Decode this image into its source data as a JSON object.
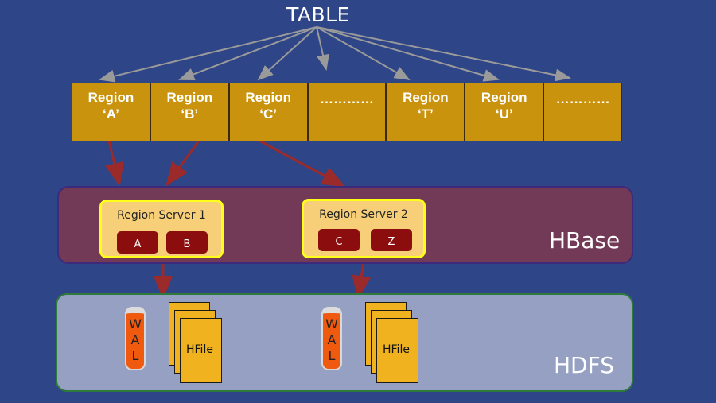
{
  "title": "TABLE",
  "regions": [
    {
      "line1": "Region",
      "line2": "‘A’"
    },
    {
      "line1": "Region",
      "line2": "‘B’"
    },
    {
      "line1": "Region",
      "line2": "‘C’"
    },
    {
      "line1": "…………",
      "line2": ""
    },
    {
      "line1": "Region",
      "line2": "‘T’"
    },
    {
      "line1": "Region",
      "line2": "‘U’"
    },
    {
      "line1": "…………",
      "line2": ""
    }
  ],
  "hbase": {
    "label": "HBase",
    "servers": [
      {
        "title": "Region Server 1",
        "regions": [
          "A",
          "B"
        ]
      },
      {
        "title": "Region Server 2",
        "regions": [
          "C",
          "Z"
        ]
      }
    ]
  },
  "hdfs": {
    "label": "HDFS",
    "wal_letters": [
      "W",
      "A",
      "L"
    ],
    "hfile_label": "HFile"
  },
  "colors": {
    "background": "#2e4587",
    "region_cell": "#c9930d",
    "hbase_box": "#723a56",
    "hdfs_box": "#95a0c3",
    "server_box": "#f7cf79",
    "server_border": "#ffff1a",
    "chip": "#8b0d0d",
    "wal": "#ef5a0f",
    "hfile": "#f0b31f",
    "gray_arrow": "#9a9a9a",
    "red_arrow": "#9b2a2a"
  }
}
